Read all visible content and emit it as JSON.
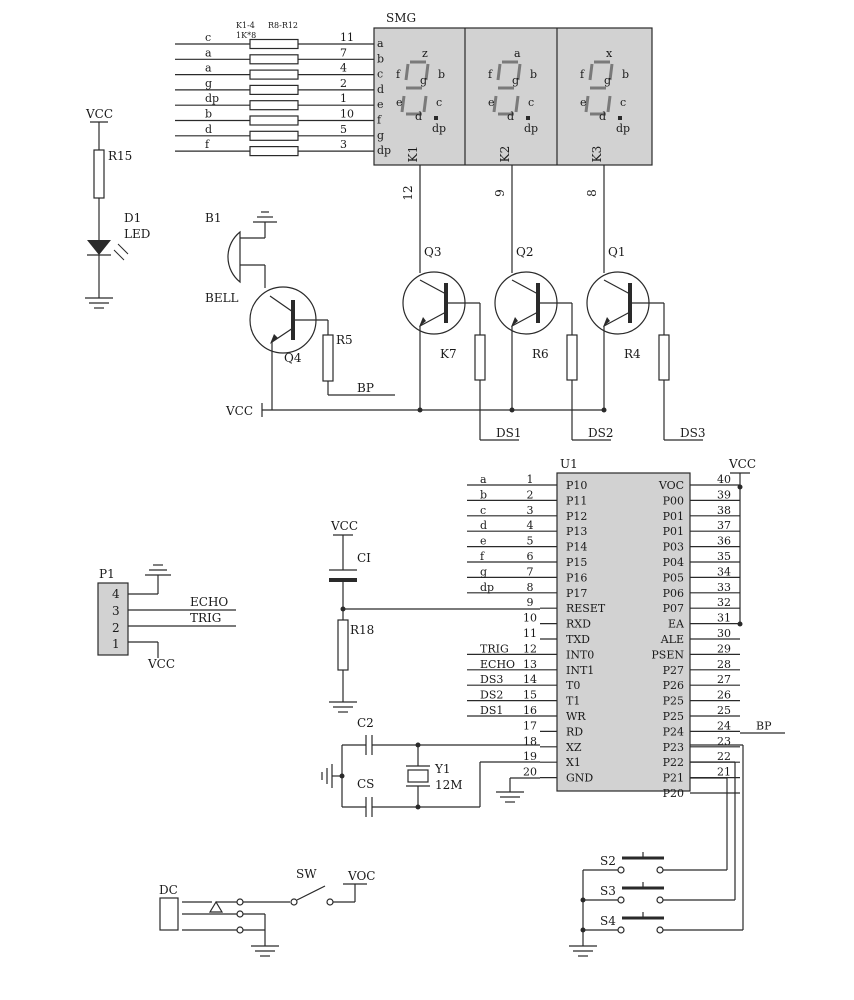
{
  "smg": {
    "title": "SMG",
    "res_label_a": "K1-4",
    "res_label_b": "1K*8",
    "res_label_c": "R8-R12",
    "left_labels": [
      "c",
      "a",
      "a",
      "g",
      "dp",
      "b",
      "d",
      "f"
    ],
    "pin_numbers": [
      "11",
      "7",
      "4",
      "2",
      "1",
      "10",
      "5",
      "3"
    ],
    "seg_pins": [
      "a",
      "b",
      "c",
      "d",
      "e",
      "f",
      "g",
      "dp"
    ],
    "digits": [
      {
        "name": "K1",
        "top": "z",
        "ul": "f",
        "mid": "g",
        "ur": "b",
        "ll": "e",
        "bot": "d",
        "lr": "c",
        "dp": "dp",
        "common": "12"
      },
      {
        "name": "K2",
        "top": "a",
        "ul": "f",
        "mid": "g",
        "ur": "b",
        "ll": "e",
        "bot": "d",
        "lr": "c",
        "dp": "dp",
        "common": "9"
      },
      {
        "name": "K3",
        "top": "x",
        "ul": "f",
        "mid": "g",
        "ur": "b",
        "ll": "e",
        "bot": "d",
        "lr": "c",
        "dp": "dp",
        "common": "8"
      }
    ]
  },
  "led": {
    "vcc": "VCC",
    "res": "R15",
    "name": "D1",
    "type": "LED"
  },
  "buzzer": {
    "name": "B1",
    "type": "BELL",
    "transistor": "Q4",
    "res": "R5",
    "net": "BP",
    "vcc": "VCC"
  },
  "transistors": [
    {
      "name": "Q3",
      "res": "K7",
      "net": "DS1"
    },
    {
      "name": "Q2",
      "res": "R6",
      "net": "DS2"
    },
    {
      "name": "Q1",
      "res": "R4",
      "net": "DS3"
    }
  ],
  "mcu": {
    "name": "U1",
    "vcc": "VCC",
    "left_pins": [
      {
        "num": "1",
        "name": "P10",
        "net": "a"
      },
      {
        "num": "2",
        "name": "P11",
        "net": "b"
      },
      {
        "num": "3",
        "name": "P12",
        "net": "c"
      },
      {
        "num": "4",
        "name": "P13",
        "net": "d"
      },
      {
        "num": "5",
        "name": "P14",
        "net": "e"
      },
      {
        "num": "6",
        "name": "P15",
        "net": "f"
      },
      {
        "num": "7",
        "name": "P16",
        "net": "g"
      },
      {
        "num": "8",
        "name": "P17",
        "net": "dp"
      },
      {
        "num": "9",
        "name": "RESET",
        "net": ""
      },
      {
        "num": "10",
        "name": "RXD",
        "net": ""
      },
      {
        "num": "11",
        "name": "TXD",
        "net": ""
      },
      {
        "num": "12",
        "name": "INT0",
        "net": "TRIG"
      },
      {
        "num": "13",
        "name": "INT1",
        "net": "ECHO"
      },
      {
        "num": "14",
        "name": "T0",
        "net": "DS3"
      },
      {
        "num": "15",
        "name": "T1",
        "net": "DS2"
      },
      {
        "num": "16",
        "name": "WR",
        "net": "DS1"
      },
      {
        "num": "17",
        "name": "RD",
        "net": ""
      },
      {
        "num": "18",
        "name": "XZ",
        "net": ""
      },
      {
        "num": "19",
        "name": "X1",
        "net": ""
      },
      {
        "num": "20",
        "name": "GND",
        "net": ""
      }
    ],
    "right_pins": [
      {
        "num": "40",
        "name": "VOC",
        "net": ""
      },
      {
        "num": "39",
        "name": "P00",
        "net": ""
      },
      {
        "num": "38",
        "name": "P01",
        "net": ""
      },
      {
        "num": "37",
        "name": "P01",
        "net": ""
      },
      {
        "num": "36",
        "name": "P03",
        "net": ""
      },
      {
        "num": "35",
        "name": "P04",
        "net": ""
      },
      {
        "num": "34",
        "name": "P05",
        "net": ""
      },
      {
        "num": "33",
        "name": "P06",
        "net": ""
      },
      {
        "num": "32",
        "name": "P07",
        "net": ""
      },
      {
        "num": "31",
        "name": "EA",
        "net": ""
      },
      {
        "num": "30",
        "name": "ALE",
        "net": ""
      },
      {
        "num": "29",
        "name": "PSEN",
        "net": ""
      },
      {
        "num": "28",
        "name": "P27",
        "net": ""
      },
      {
        "num": "27",
        "name": "P26",
        "net": ""
      },
      {
        "num": "26",
        "name": "P25",
        "net": ""
      },
      {
        "num": "25",
        "name": "P25",
        "net": ""
      },
      {
        "num": "24",
        "name": "P24",
        "net": "BP"
      },
      {
        "num": "23",
        "name": "P23",
        "net": ""
      },
      {
        "num": "22",
        "name": "P22",
        "net": ""
      },
      {
        "num": "21",
        "name": "P21",
        "net": ""
      },
      {
        "num": "",
        "name": "P20",
        "net": ""
      }
    ]
  },
  "reset": {
    "vcc": "VCC",
    "cap": "CI",
    "res": "R18"
  },
  "crystal": {
    "c2": "C2",
    "c3": "CS",
    "name": "Y1",
    "freq": "12M"
  },
  "connector": {
    "name": "P1",
    "pins": [
      "4",
      "3",
      "2",
      "1"
    ],
    "echo": "ECHO",
    "trig": "TRIG",
    "vcc": "VCC"
  },
  "power": {
    "dc": "DC",
    "sw": "SW",
    "voc": "VOC"
  },
  "switches": [
    "S2",
    "S3",
    "S4"
  ]
}
